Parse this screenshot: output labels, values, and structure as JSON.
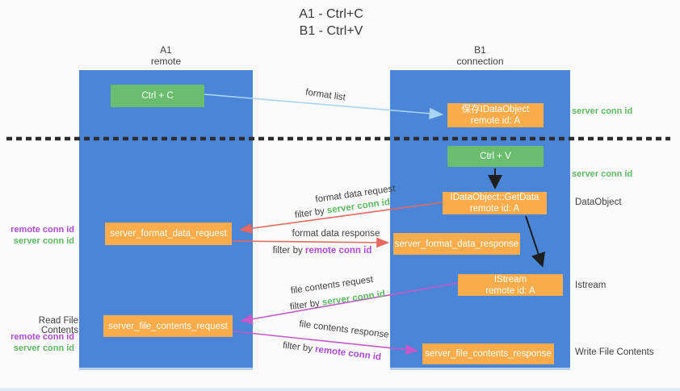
{
  "colors": {
    "bg": "#fafafa",
    "column": "#4a85d8",
    "green": "#6abd6e",
    "orange": "#f9ac49",
    "green-text": "#5dba62",
    "purple-text": "#ad4bd5",
    "dark-text": "#3f3f3f",
    "arrow-red": "#e8685f",
    "arrow-purple": "#c558cb",
    "arrow-blue": "#a8d5f2",
    "arrow-black": "#1f1f1f",
    "dash": "#2d2d2d"
  },
  "title": {
    "line1": "A1 - Ctrl+C",
    "line2": "B1 - Ctrl+V"
  },
  "columns": {
    "left": {
      "name": "A1",
      "subtitle": "remote"
    },
    "right": {
      "name": "B1",
      "subtitle": "connection"
    }
  },
  "nodes": {
    "ctrl_c": {
      "label": "Ctrl + C"
    },
    "ctrl_v": {
      "label": "Ctrl + V"
    },
    "save_idataobject": {
      "line1": "保存IDataObject",
      "line2": "remote id: A"
    },
    "getdata": {
      "line1": "IDataObject::GetData",
      "line2": "remote id: A"
    },
    "istream": {
      "line1": "IStream",
      "line2": "remote id: A"
    },
    "format_request": {
      "label": "server_format_data_request"
    },
    "format_response": {
      "label": "server_format_data_response"
    },
    "file_request": {
      "label": "server_file_contents_request"
    },
    "file_response": {
      "label": "server_file_contents_response"
    }
  },
  "arrow_labels": {
    "format_list": "format list",
    "format_data_request": "format data request",
    "filter_server_1": {
      "prefix": "filter by ",
      "id": "server conn id"
    },
    "format_data_response": "format data response",
    "filter_remote_1": {
      "prefix": "filter by ",
      "id": "remote conn id"
    },
    "file_contents_request": "file contents request",
    "filter_server_2": {
      "prefix": "filter by ",
      "id": "server conn id"
    },
    "file_contents_response": "file contents response",
    "filter_remote_2": {
      "prefix": "filter by ",
      "id": "remote conn id"
    }
  },
  "side_labels": {
    "right": {
      "server_conn_top": "server conn id",
      "server_conn_mid": "server conn id",
      "dataobject": "DataObject",
      "istream": "Istream",
      "write_file": "Write File Contents"
    },
    "left": {
      "remote_conn_1": "remote conn id",
      "server_conn_1": "server conn id",
      "read_file": "Read File Contents",
      "remote_conn_2": "remote conn id",
      "server_conn_2": "server conn id"
    }
  }
}
